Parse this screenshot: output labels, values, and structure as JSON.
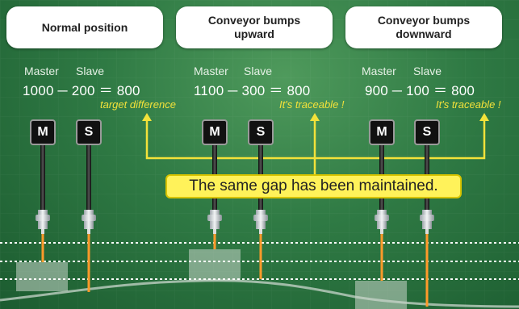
{
  "headers": [
    {
      "title": "Normal position"
    },
    {
      "title_line1": "Conveyor bumps",
      "title_line2": "upward"
    },
    {
      "title_line1": "Conveyor bumps",
      "title_line2": "downward"
    }
  ],
  "panels": [
    {
      "master_label": "Master",
      "slave_label": "Slave",
      "master_value": "1000",
      "slave_value": "200",
      "difference": "800",
      "note": "target difference"
    },
    {
      "master_label": "Master",
      "slave_label": "Slave",
      "master_value": "1100",
      "slave_value": "300",
      "difference": "800",
      "note": "It's traceable !"
    },
    {
      "master_label": "Master",
      "slave_label": "Slave",
      "master_value": "900",
      "slave_value": "100",
      "difference": "800",
      "note": "It's traceable !"
    }
  ],
  "sensor_letters": {
    "master": "M",
    "slave": "S"
  },
  "callout": "The same gap has been maintained.",
  "colors": {
    "background": "#2f7a44",
    "callout_fill": "#fff25a",
    "note_text": "#f3e23a",
    "bracket_line": "#f3e23a",
    "probe_line": "#ff9a2a"
  }
}
